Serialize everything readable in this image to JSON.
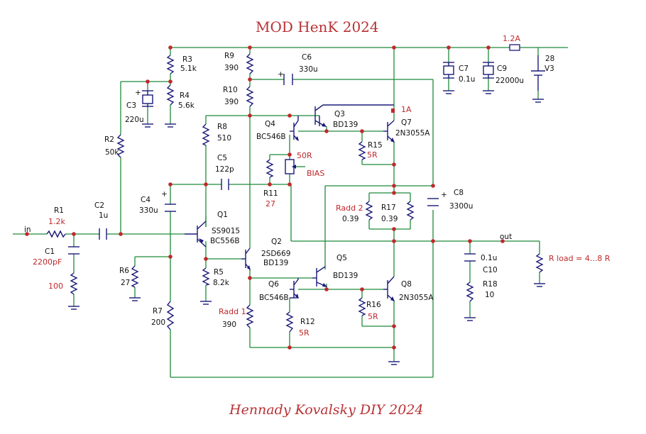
{
  "title": "MOD HenK 2024",
  "footer": "Hennady Kovalsky DIY 2024",
  "colors": {
    "wire": "#1f8a3a",
    "component": "#1a1a7a",
    "dot": "#c0282a",
    "accent_text": "#c0282a"
  },
  "labels": {
    "fuse": "1.2A",
    "supply_v1": "28",
    "supply_v2": "V3",
    "in": "in",
    "out": "out",
    "r1": "R1",
    "r1v": "1.2k",
    "c1": "C1",
    "c1v": "2200pF",
    "r_in": "100",
    "c2": "C2",
    "c2v": "1u",
    "r2": "R2",
    "r2v": "50k",
    "c3": "C3",
    "c3v": "220u",
    "r3": "R3",
    "r3v": "5.1k",
    "r4": "R4",
    "r4v": "5.6k",
    "r9": "R9",
    "r9v": "390",
    "r10": "R10",
    "r10v": "390",
    "c6": "C6",
    "c6v": "330u",
    "c7": "C7",
    "c7v": "0.1u",
    "c9": "C9",
    "c9v": "22000u",
    "r8": "R8",
    "r8v": "510",
    "c5": "C5",
    "c5v": "122p",
    "c4": "C4",
    "c4v": "330u",
    "q1": "Q1",
    "q1a": "SS9015",
    "q1b": "BC556B",
    "r6": "R6",
    "r6v": "27",
    "r5": "R5",
    "r5v": "8.2k",
    "r7": "R7",
    "r7v": "200",
    "q2": "Q2",
    "q2a": "2SD669",
    "q2b": "BD139",
    "radd1": "Radd 1",
    "radd1v": "390",
    "q3": "Q3",
    "q3v": "BD139",
    "q4": "Q4",
    "q4v": "BC546B",
    "q7": "Q7",
    "q7v": "2N3055A",
    "i1a": "1A",
    "r15": "R15",
    "r15v": "5R",
    "bias_r": "50R",
    "bias": "BIAS",
    "r11": "R11",
    "r11v": "27",
    "radd2": "Radd 2",
    "radd2v": "0.39",
    "r17": "R17",
    "r17v": "0.39",
    "c8": "C8",
    "c8v": "3300u",
    "q5": "Q5",
    "q5v": "BD139",
    "q6": "Q6",
    "q6v": "BC546B",
    "q8": "Q8",
    "q8v": "2N3055A",
    "r12": "R12",
    "r12v": "5R",
    "r16": "R16",
    "r16v": "5R",
    "c10v": "0.1u",
    "c10": "C10",
    "r18": "R18",
    "r18v": "10",
    "rload": "R load = 4...8 R"
  }
}
